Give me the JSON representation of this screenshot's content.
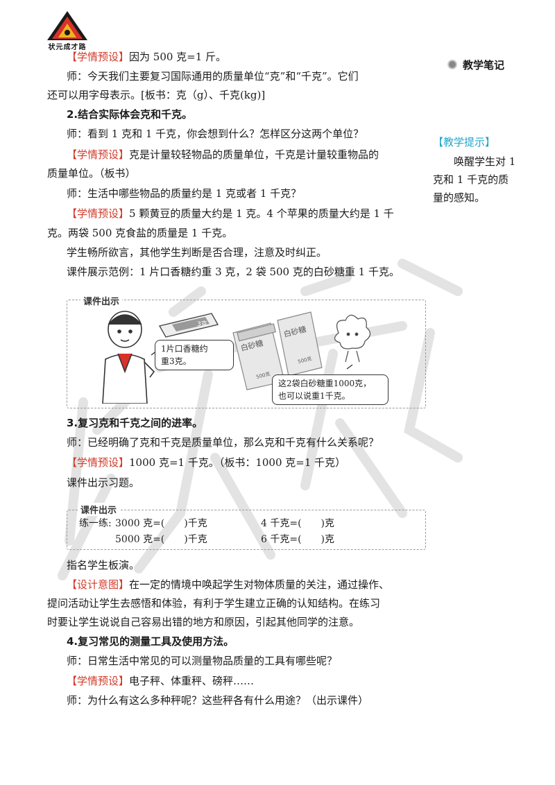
{
  "logo": {
    "text": "状元成才路"
  },
  "sidebar": {
    "header": "教学笔记",
    "tip_tag": "【教学提示】",
    "tip_lines": [
      "唤醒学生对 1",
      "克和 1 千克的质",
      "量的感知。"
    ]
  },
  "lines": {
    "l1_tag": "【学情预设】",
    "l1_text": "因为 500 克=1 斤。",
    "l2": "师：今天我们主要复习国际通用的质量单位“克”和“千克”。它们",
    "l3": "还可以用字母表示。[板书：克（g）、千克(kg)]",
    "h2": "2.结合实际体会克和千克。",
    "l4": "师：看到 1 克和 1 千克，你会想到什么？怎样区分这两个单位？",
    "l5_tag": "【学情预设】",
    "l5_text": "克是计量较轻物品的质量单位，千克是计量较重物品的",
    "l6": "质量单位。（板书）",
    "l7": "师：生活中哪些物品的质量约是 1 克或者 1 千克？",
    "l8_tag": "【学情预设】",
    "l8_text": "5 颗黄豆的质量大约是 1 克。4 个苹果的质量大约是 1 千",
    "l9": "克。两袋 500 克食盐的质量是 1 千克。",
    "l10": "学生畅所欲言，其他学生判断是否合理，注意及时纠正。",
    "l11": "课件展示范例：1 片口香糖约重 3 克，2 袋 500 克的白砂糖重 1 千克。",
    "h3": "3.复习克和千克之间的进率。",
    "l12": "师：已经明确了克和千克是质量单位，那么克和千克有什么关系呢？",
    "l13_tag": "【学情预设】",
    "l13_text": "1000 克=1 千克。（板书：1000 克=1 千克）",
    "l14": "课件出示习题。",
    "l15": "指名学生板演。",
    "l16_tag": "【设计意图】",
    "l16_text": "在一定的情境中唤起学生对物体质量的关注，通过操作、",
    "l17": "提问活动让学生去感悟和体验，有利于学生建立正确的认知结构。在练习",
    "l18": "时要让学生说说自己容易出错的地方和原因，引起其他同学的注意。",
    "h4": "4.复习常见的测量工具及使用方法。",
    "l19": "师：日常生活中常见的可以测量物品质量的工具有哪些呢？",
    "l20_tag": "【学情预设】",
    "l20_text": "电子秤、体重秤、磅秤……",
    "l21": "师：为什么有这么多种秤呢？这些秤各有什么用途？（出示课件）"
  },
  "box1": {
    "title": "课件出示",
    "gum_label": "3克",
    "sugar_label": "白砂糖",
    "sugar_weight": "500克",
    "bubble1": [
      "1片口香糖约",
      "重3克。"
    ],
    "bubble2": [
      "这2袋白砂糖重1000克，",
      "也可以说重1千克。"
    ]
  },
  "box2": {
    "title": "课件出示",
    "prefix": "练一练:",
    "ex1": "3000 克=(　　)千克",
    "ex2": "4 千克=(　　)克",
    "ex3": "5000 克=(　　)千克",
    "ex4": "6 千克=(　　)克"
  },
  "colors": {
    "tag_red": "#d23a2a",
    "tip_blue": "#22a7c9"
  }
}
